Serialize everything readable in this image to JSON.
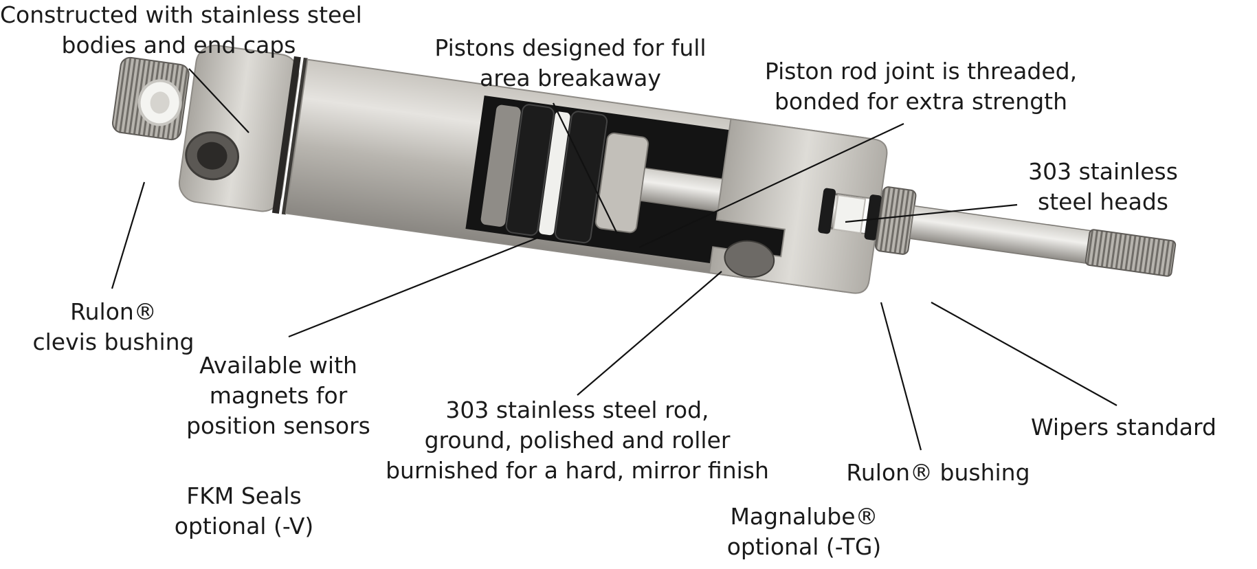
{
  "callouts": {
    "construction": {
      "lines": [
        "Constructed with stainless steel",
        "bodies and end caps"
      ]
    },
    "pistons": {
      "lines": [
        "Pistons designed for full",
        "area breakaway"
      ]
    },
    "joint": {
      "lines": [
        "Piston rod joint is threaded,",
        "bonded for extra strength"
      ]
    },
    "heads": {
      "lines": [
        "303 stainless",
        "steel heads"
      ]
    },
    "clevis": {
      "lines": [
        "Rulon®",
        "clevis bushing"
      ]
    },
    "magnets": {
      "lines": [
        "Available with",
        "magnets for",
        "position sensors"
      ]
    },
    "rod": {
      "lines": [
        "303 stainless steel rod,",
        "ground, polished and roller",
        "burnished for a hard, mirror finish"
      ]
    },
    "wipers": {
      "lines": [
        "Wipers standard"
      ]
    },
    "bushing": {
      "lines": [
        "Rulon® bushing"
      ]
    },
    "fkm": {
      "lines": [
        "FKM Seals",
        "optional (-V)"
      ]
    },
    "magnalube": {
      "lines": [
        "Magnalube®",
        "optional (-TG)"
      ]
    }
  },
  "colors": {
    "steel_light": "#d9d6d1",
    "steel_mid": "#b3b0aa",
    "steel_dark": "#7e7b76",
    "seal_black": "#1b1b1b",
    "bushing_white": "#f2f2ef",
    "leader_line": "#111111"
  }
}
